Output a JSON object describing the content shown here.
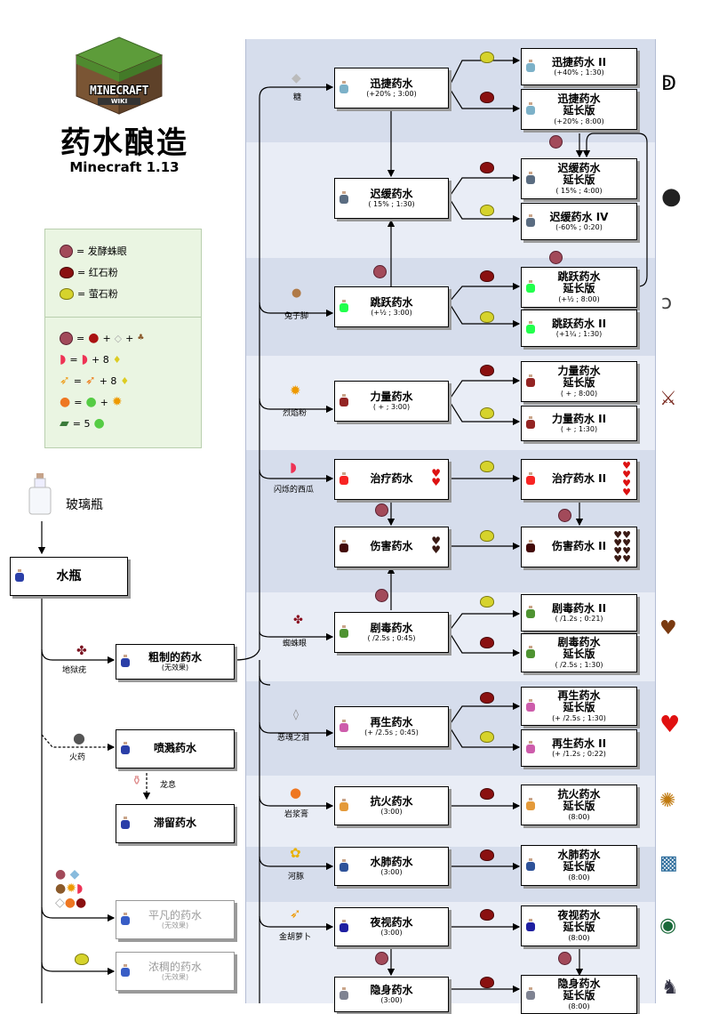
{
  "header": {
    "logo_line1": "MINECRAFT",
    "logo_line2": "WIKI",
    "title": "药水酿造",
    "subtitle": "Minecraft 1.13"
  },
  "legend": {
    "fermented": "= 发酵蛛眼",
    "redstone": "= 红石粉",
    "glowstone": "= 萤石粉",
    "recipe_counts": {
      "melon": "+ 8",
      "carrot": "+ 8",
      "slime": "= 5"
    }
  },
  "base": {
    "glass_bottle": "玻璃瓶",
    "water_bottle": "水瓶",
    "nether_wart": "地狱疣",
    "gunpowder": "火药",
    "dragon_breath": "龙息",
    "awkward": {
      "name": "粗制的药水",
      "effect": "(无效果)"
    },
    "splash": "喷溅药水",
    "lingering": "滞留药水",
    "mundane": {
      "name": "平凡的药水",
      "effect": "(无效果)"
    },
    "thick": {
      "name": "浓稠的药水",
      "effect": "(无效果)"
    }
  },
  "ingredients": {
    "sugar": "糖",
    "rabbit_foot": "兔子脚",
    "blaze_powder": "烈焰粉",
    "glistering_melon": "闪烁的西瓜",
    "spider_eye": "蜘蛛眼",
    "ghast_tear": "恶魂之泪",
    "magma_cream": "岩浆膏",
    "pufferfish": "河豚",
    "golden_carrot": "金胡萝卜"
  },
  "potions": {
    "swiftness": {
      "name": "迅捷药水",
      "stat": "(+20% ; 3:00)"
    },
    "swiftness2": {
      "name": "迅捷药水 II",
      "stat": "(+40% ; 1:30)"
    },
    "swiftness_ext": {
      "l1": "迅捷药水",
      "l2": "延长版",
      "stat": "(+20% ; 8:00)"
    },
    "slowness": {
      "name": "迟缓药水",
      "stat": "( 15% ; 1:30)"
    },
    "slowness_ext": {
      "l1": "迟缓药水",
      "l2": "延长版",
      "stat": "( 15% ; 4:00)"
    },
    "slowness4": {
      "name": "迟缓药水 IV",
      "stat": "(-60% ; 0:20)"
    },
    "leaping": {
      "name": "跳跃药水",
      "stat": "(+½ ; 3:00)"
    },
    "leaping_ext": {
      "l1": "跳跃药水",
      "l2": "延长版",
      "stat": "(+½ ; 8:00)"
    },
    "leaping2": {
      "name": "跳跃药水 II",
      "stat": "(+1¼ ; 1:30)"
    },
    "strength": {
      "name": "力量药水",
      "stat": "( + ; 3:00)"
    },
    "strength_ext": {
      "l1": "力量药水",
      "l2": "延长版",
      "stat": "( + ; 8:00)"
    },
    "strength2": {
      "name": "力量药水 II",
      "stat": "( + ; 1:30)"
    },
    "healing": {
      "name": "治疗药水"
    },
    "healing2": {
      "name": "治疗药水 II"
    },
    "harming": {
      "name": "伤害药水"
    },
    "harming2": {
      "name": "伤害药水 II"
    },
    "poison": {
      "name": "剧毒药水",
      "stat": "( /2.5s ; 0:45)"
    },
    "poison2": {
      "name": "剧毒药水 II",
      "stat": "( /1.2s ; 0:21)"
    },
    "poison_ext": {
      "l1": "剧毒药水",
      "l2": "延长版",
      "stat": "( /2.5s ; 1:30)"
    },
    "regen": {
      "name": "再生药水",
      "stat": "(+ /2.5s ; 0:45)"
    },
    "regen_ext": {
      "l1": "再生药水",
      "l2": "延长版",
      "stat": "(+ /2.5s ; 1:30)"
    },
    "regen2": {
      "name": "再生药水 II",
      "stat": "(+ /1.2s ; 0:22)"
    },
    "fireres": {
      "name": "抗火药水",
      "stat": "(3:00)"
    },
    "fireres_ext": {
      "l1": "抗火药水",
      "l2": "延长版",
      "stat": "(8:00)"
    },
    "waterbreath": {
      "name": "水肺药水",
      "stat": "(3:00)"
    },
    "waterbreath_ext": {
      "l1": "水肺药水",
      "l2": "延长版",
      "stat": "(8:00)"
    },
    "nightvision": {
      "name": "夜视药水",
      "stat": "(3:00)"
    },
    "nightvision_ext": {
      "l1": "夜视药水",
      "l2": "延长版",
      "stat": "(8:00)"
    },
    "invis": {
      "name": "隐身药水",
      "stat": "(3:00)"
    },
    "invis_ext": {
      "l1": "隐身药水",
      "l2": "延长版",
      "stat": "(8:00)"
    }
  },
  "colors": {
    "water": "#2b3fa8",
    "swift": "#7cb1c8",
    "slow": "#5a6c81",
    "leap": "#22ff4c",
    "strength": "#932423",
    "heal": "#f82423",
    "harm": "#430a09",
    "poison": "#4e9331",
    "regen": "#cd5cab",
    "fire": "#e49a3a",
    "water_breath": "#2e5299",
    "night": "#1f1fa1",
    "invis": "#7f8392",
    "gray_bottle": "#385dc6"
  }
}
